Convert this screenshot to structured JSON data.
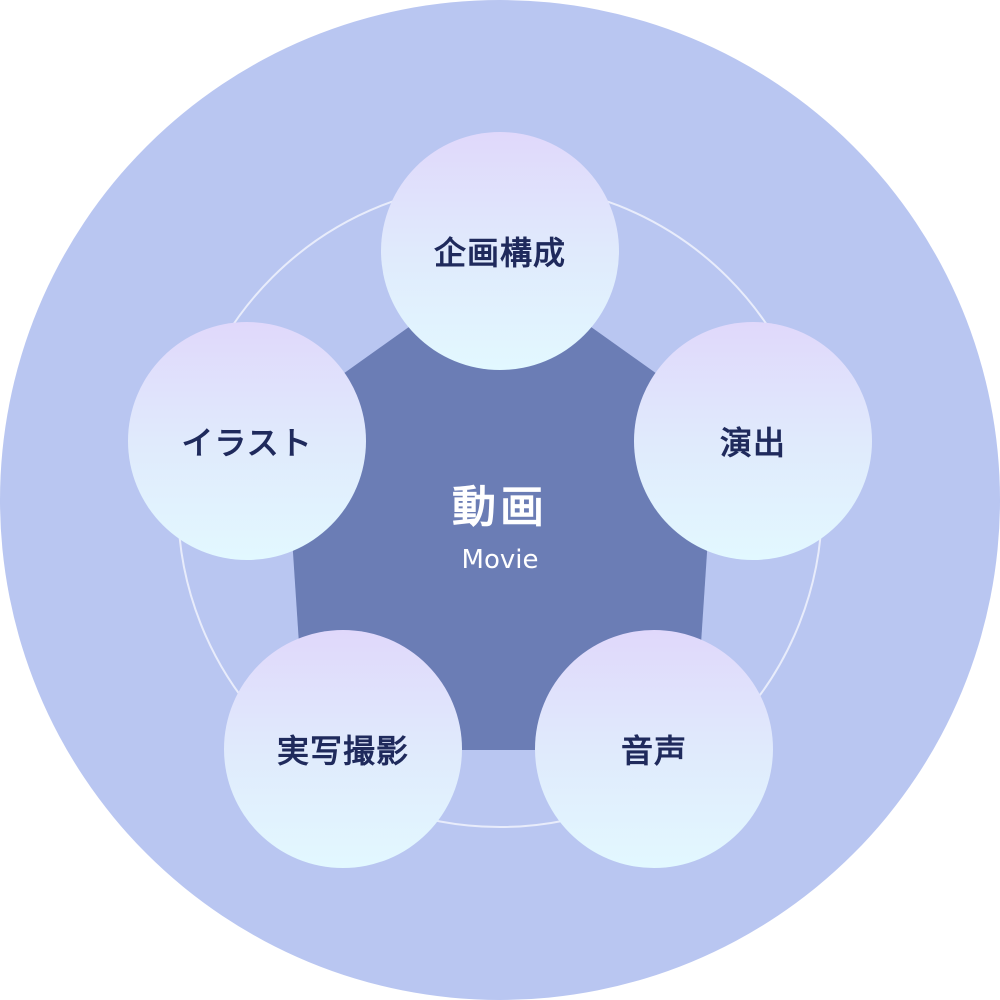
{
  "diagram": {
    "type": "radial-pentagon",
    "colors": {
      "outer_circle": "#b9c6f1",
      "orbit_ring": "#e8ecfb",
      "pentagon": "#6b7db5",
      "node_gradient_top": "#e0d8fb",
      "node_gradient_bottom": "#e2f8ff",
      "node_text": "#1f2a5c",
      "center_text": "#ffffff"
    },
    "center": {
      "title": "動画",
      "subtitle": "Movie"
    },
    "nodes": [
      {
        "label": "企画構成",
        "position": "top"
      },
      {
        "label": "演出",
        "position": "right"
      },
      {
        "label": "音声",
        "position": "bottom-right"
      },
      {
        "label": "実写撮影",
        "position": "bottom-left"
      },
      {
        "label": "イラスト",
        "position": "left"
      }
    ]
  }
}
